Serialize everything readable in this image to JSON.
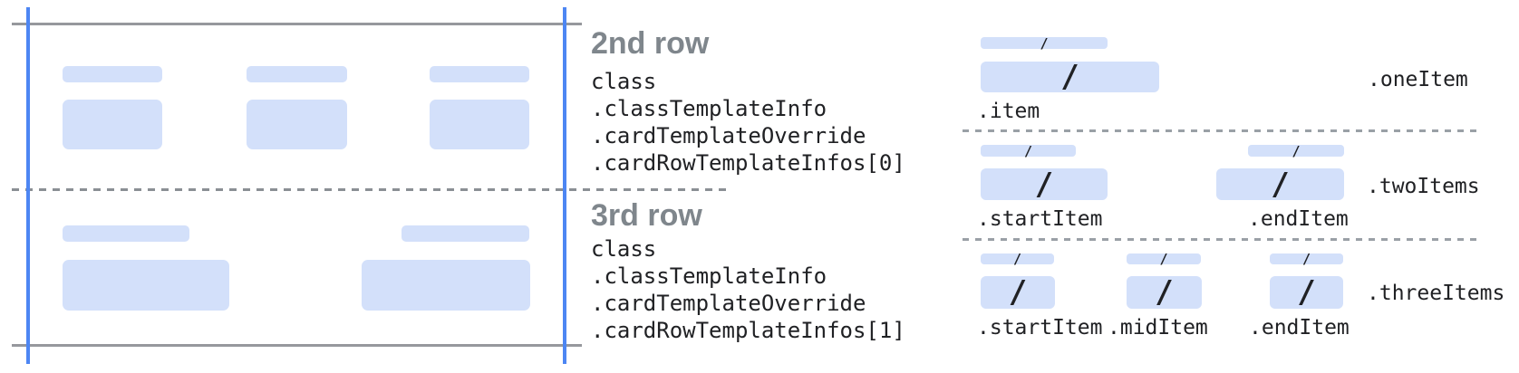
{
  "annotations": {
    "row2": {
      "title": "2nd row",
      "lines": [
        "class",
        ".classTemplateInfo",
        ".cardTemplateOverride",
        ".cardRowTemplateInfos[0]"
      ]
    },
    "row3": {
      "title": "3rd row",
      "lines": [
        "class",
        ".classTemplateInfo",
        ".cardTemplateOverride",
        ".cardRowTemplateInfos[1]"
      ]
    }
  },
  "layouts": {
    "one_item": {
      "name": ".oneItem",
      "items": [
        ".item"
      ]
    },
    "two_items": {
      "name": ".twoItems",
      "items": [
        ".startItem",
        ".endItem"
      ]
    },
    "three_items": {
      "name": ".threeItems",
      "items": [
        ".startItem",
        ".midItem",
        ".endItem"
      ]
    }
  },
  "glyphs": {
    "slash": "/"
  },
  "colors": {
    "placeholder_blue": "#d3e0fa",
    "guide_blue": "#4d86f3",
    "guide_gray": "#96989d",
    "dash_gray": "#9aa0a6",
    "heading_gray": "#7f868c",
    "text_dark": "#202124"
  }
}
